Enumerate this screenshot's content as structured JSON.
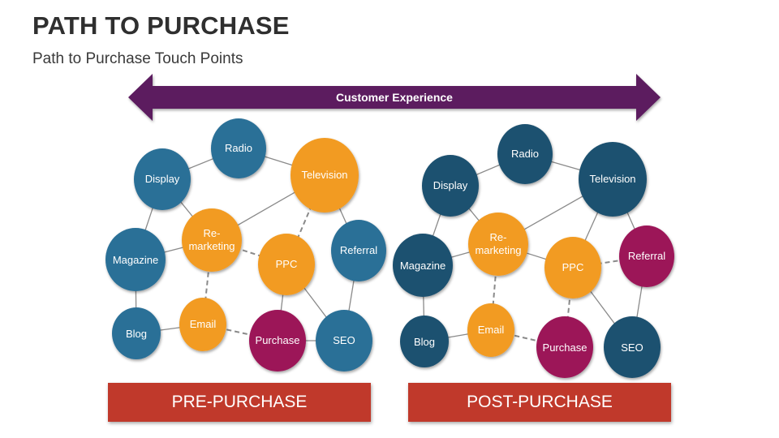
{
  "header": {
    "title": "PATH TO PURCHASE",
    "subtitle": "Path to Purchase Touch Points"
  },
  "arrow": {
    "label": "Customer Experience",
    "color": "#5b1a5e"
  },
  "colors": {
    "blue": "#2c6f97",
    "dark_teal": "#1f5170",
    "orange": "#f29b21",
    "crimson": "#9c1458",
    "banner_red": "#c0392b",
    "line": "#8a8a8a"
  },
  "left_graph": {
    "banner": "PRE-PURCHASE",
    "nodes": {
      "radio": "Radio",
      "display": "Display",
      "television": "Television",
      "remarketing_1": "Re-",
      "remarketing_2": "marketing",
      "magazine": "Magazine",
      "ppc": "PPC",
      "referral": "Referral",
      "email": "Email",
      "blog": "Blog",
      "purchase": "Purchase",
      "seo": "SEO"
    }
  },
  "right_graph": {
    "banner": "POST-PURCHASE",
    "nodes": {
      "radio": "Radio",
      "display": "Display",
      "television": "Television",
      "remarketing_1": "Re-",
      "remarketing_2": "marketing",
      "magazine": "Magazine",
      "ppc": "PPC",
      "referral": "Referral",
      "email": "Email",
      "blog": "Blog",
      "purchase": "Purchase",
      "seo": "SEO"
    }
  }
}
